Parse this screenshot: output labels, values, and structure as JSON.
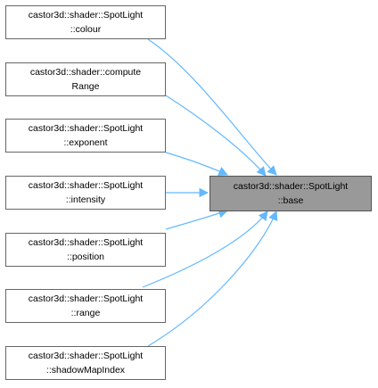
{
  "target": {
    "line1": "castor3d::shader::SpotLight",
    "line2": "::base"
  },
  "callers": [
    {
      "line1": "castor3d::shader::SpotLight",
      "line2": "::colour"
    },
    {
      "line1": "castor3d::shader::compute",
      "line2": "Range"
    },
    {
      "line1": "castor3d::shader::SpotLight",
      "line2": "::exponent"
    },
    {
      "line1": "castor3d::shader::SpotLight",
      "line2": "::intensity"
    },
    {
      "line1": "castor3d::shader::SpotLight",
      "line2": "::position"
    },
    {
      "line1": "castor3d::shader::SpotLight",
      "line2": "::range"
    },
    {
      "line1": "castor3d::shader::SpotLight",
      "line2": "::shadowMapIndex"
    }
  ],
  "colors": {
    "edge": "#63b8ff",
    "target_fill": "#999999",
    "node_border": "#666666"
  }
}
